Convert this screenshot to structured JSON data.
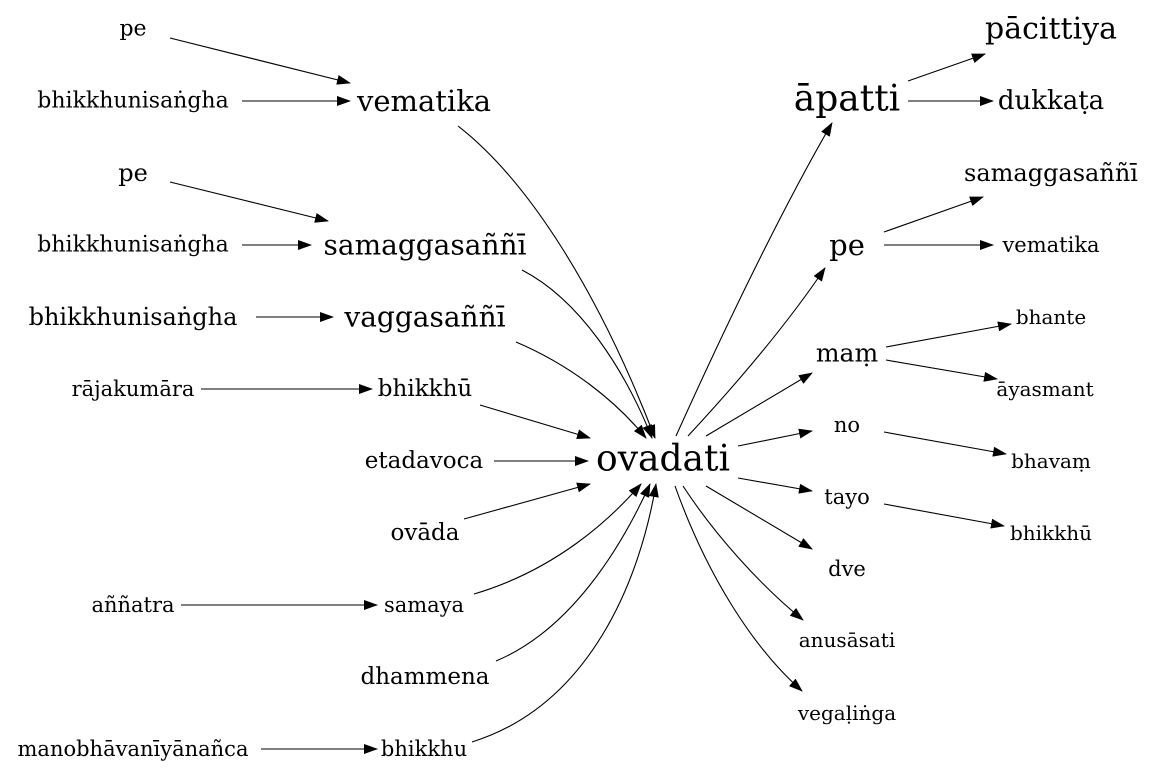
{
  "nodes": {
    "ovadati": "ovadati",
    "vematika_l": "vematika",
    "samaggasanni_l": "samaggasaññī",
    "vaggasanni": "vaggasaññī",
    "bhikkhu_long_l": "bhikkhū",
    "etadavoca": "etadavoca",
    "ovada": "ovāda",
    "samaya": "samaya",
    "dhammena": "dhammena",
    "bhikkhu_short": "bhikkhu",
    "pe_1": "pe",
    "bhikkhunisangha_1": "bhikkhunisaṅgha",
    "pe_2": "pe",
    "bhikkhunisangha_2": "bhikkhunisaṅgha",
    "bhikkhunisangha_3": "bhikkhunisaṅgha",
    "rajakumara": "rājakumāra",
    "annatra": "aññatra",
    "manobhavaniyananca": "manobhāvanīyānañca",
    "apatti": "āpatti",
    "pe_r": "pe",
    "mam": "maṃ",
    "no": "no",
    "tayo": "tayo",
    "dve": "dve",
    "anusasati": "anusāsati",
    "vegalinga": "vegaḷiṅga",
    "pacittiya": "pācittiya",
    "dukkata": "dukkaṭa",
    "samaggasanni_r": "samaggasaññī",
    "vematika_r": "vematika",
    "bhante": "bhante",
    "ayasmant": "āyasmant",
    "bhavam": "bhavaṃ",
    "bhikkhu_long_r": "bhikkhū"
  }
}
